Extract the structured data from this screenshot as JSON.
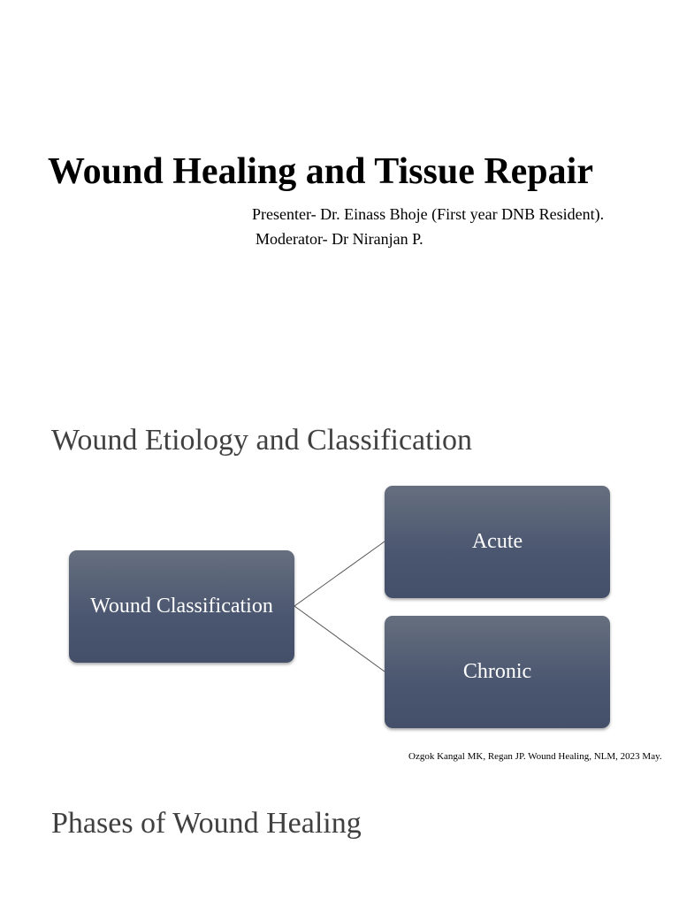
{
  "slide1": {
    "title": "Wound Healing and Tissue Repair",
    "presenter": "Presenter- Dr. Einass Bhoje (First year DNB Resident).",
    "moderator": "Moderator- Dr Niranjan P."
  },
  "slide2": {
    "heading": "Wound Etiology and Classification",
    "diagram": {
      "root": "Wound Classification",
      "children": [
        "Acute",
        "Chronic"
      ]
    },
    "citation": "Ozgok Kangal MK, Regan JP. Wound Healing, NLM, 2023 May."
  },
  "slide3": {
    "heading": "Phases of Wound Healing"
  },
  "colors": {
    "node_top": "#666f7e",
    "node_bottom": "#445069",
    "node_text": "#ffffff",
    "heading_text": "#404040",
    "connector": "#555555"
  }
}
